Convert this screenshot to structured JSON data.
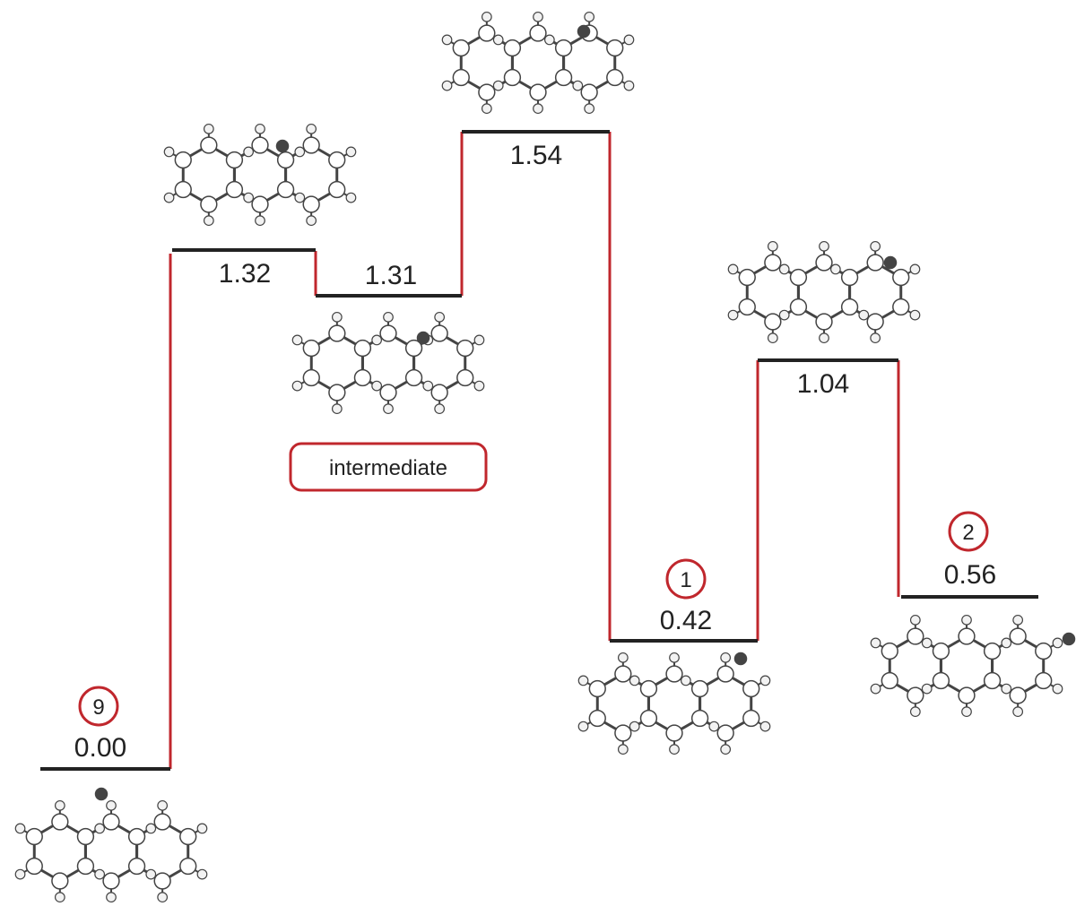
{
  "colors": {
    "level": "#222222",
    "connector": "#c0272d",
    "atom_fill": "#ffffff",
    "atom_stroke": "#444444",
    "h_fill": "#f2f2f2",
    "special_atom": "#444444"
  },
  "levels": [
    {
      "id": "9",
      "energy": "0.00",
      "badge": "9"
    },
    {
      "id": "ts1",
      "energy": "1.32"
    },
    {
      "id": "int",
      "energy": "1.31"
    },
    {
      "id": "ts2",
      "energy": "1.54"
    },
    {
      "id": "1",
      "energy": "0.42",
      "badge": "1"
    },
    {
      "id": "ts3",
      "energy": "1.04"
    },
    {
      "id": "2",
      "energy": "0.56",
      "badge": "2"
    }
  ],
  "intermediate_tag": "intermediate"
}
